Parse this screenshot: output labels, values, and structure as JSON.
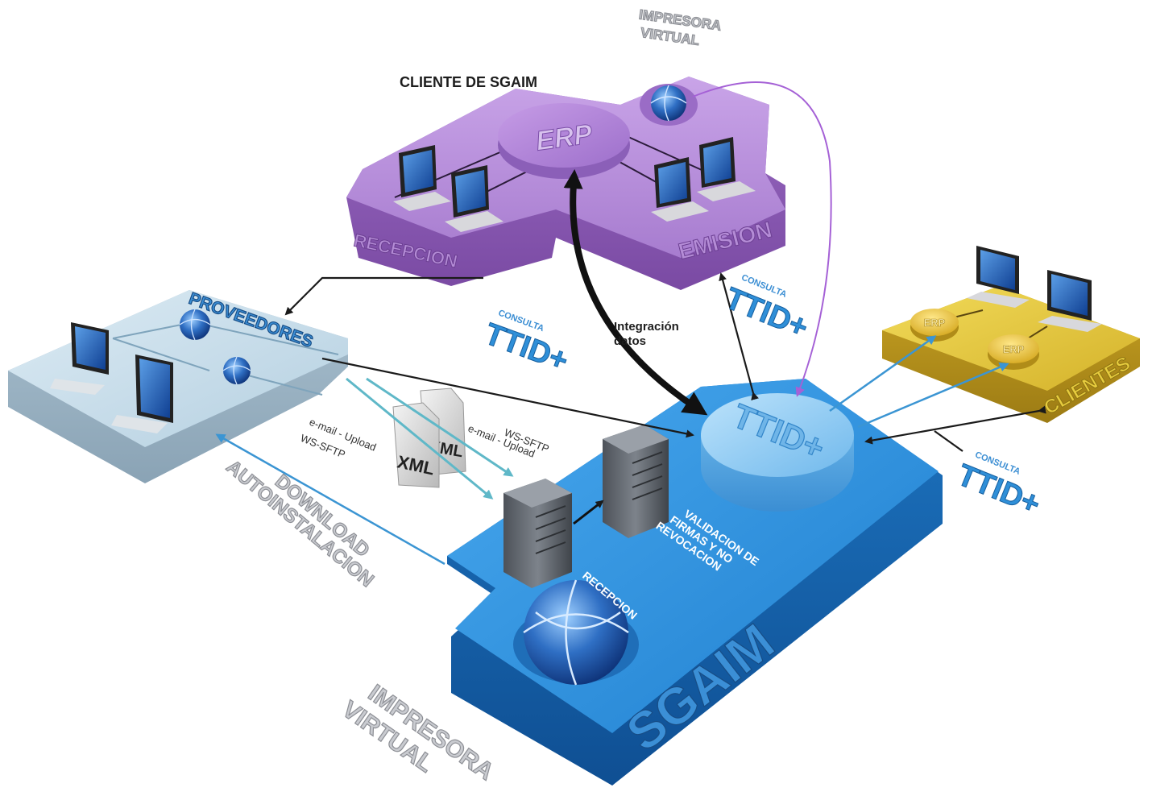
{
  "labels": {
    "cliente_sgaim": "CLIENTE DE SGAIM",
    "impresora_top": [
      "IMPRESORA",
      "VIRTUAL"
    ],
    "erp_main": "ERP",
    "recepcion_purple": "RECEPCION",
    "emision": "EMISION",
    "proveedores": "PROVEEDORES",
    "clientes": "CLIENTES",
    "erp_small": "ERP",
    "integracion": [
      "Integración",
      "datos"
    ],
    "consulta": "CONSULTA",
    "ttid": "TTID+",
    "sgaim": "SGAIM",
    "ttid_main": "TTID+",
    "email_left": "e-mail - Upload",
    "wssftp_left": "WS-SFTP",
    "wssftp_right": "WS-SFTP",
    "email_right": "e-mail - Upload",
    "xml": "XML",
    "download": [
      "DOWNLOAD",
      "AUTOINSTALACION"
    ],
    "validacion": [
      "VALIDACION DE",
      "FIRMAS Y NO",
      "REVOCACION"
    ],
    "recepcion_blue": "RECEPCION",
    "impresora_bottom": [
      "IMPRESORA",
      "VIRTUAL"
    ]
  },
  "colors": {
    "purple": "#a87bd0",
    "blue": "#2c8ddc",
    "light_blue": "#c6dcea",
    "gold": "#d9b92b",
    "arrow_dark": "#1a1a1a",
    "arrow_purple": "#a561d6",
    "arrow_blue": "#3b95d3",
    "arrow_teal": "#5fb8c8"
  }
}
